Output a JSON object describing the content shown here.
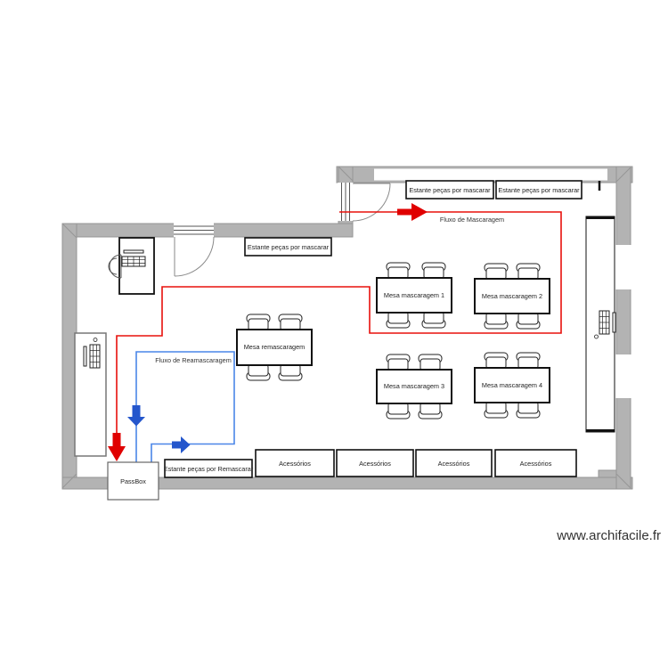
{
  "plan": {
    "watermark": "www.archifacile.fr",
    "labels": {
      "shelf_mask": "Estante peças por mascarar",
      "shelf_remask": "Estante peças por Remascarar",
      "flow_mask": "Fluxo de Mascaragem",
      "flow_remask": "Fluxo de Reamascaragem",
      "passbox": "PassBox",
      "accessories": "Acessórios"
    },
    "tables": {
      "mask1": "Mesa mascaragem 1",
      "mask2": "Mesa mascaragem 2",
      "mask3": "Mesa mascaragem 3",
      "mask4": "Mesa mascaragem 4",
      "remask": "Mesa remascaragem"
    },
    "colors": {
      "wall": "#b3b3b3",
      "flow_red": "#e8100c",
      "flow_red_arrow": "#e00000",
      "flow_blue_line": "#4a86e8",
      "flow_blue_arrow": "#2456cc"
    }
  }
}
